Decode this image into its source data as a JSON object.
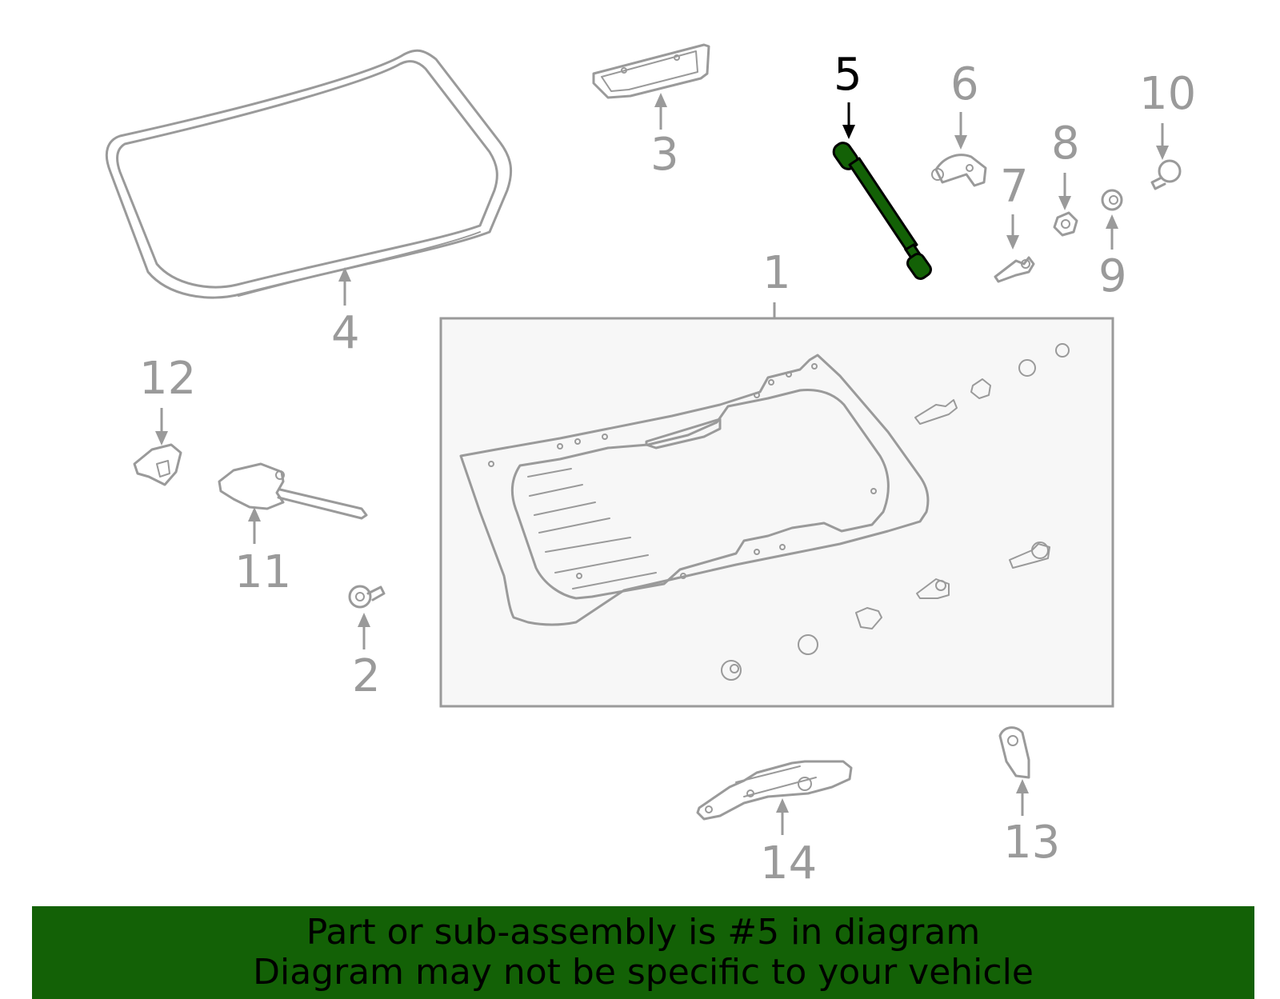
{
  "colors": {
    "part_line": "#9a9a9a",
    "highlight_fill": "#136106",
    "highlight_stroke": "#000000",
    "banner_bg": "#136106",
    "inset_bg": "#f7f7f7"
  },
  "highlighted_part": "5",
  "callouts": [
    "1",
    "2",
    "3",
    "4",
    "5",
    "6",
    "7",
    "8",
    "9",
    "10",
    "11",
    "12",
    "13",
    "14"
  ],
  "banner": {
    "line1": "Part or sub-assembly is #5 in diagram",
    "line2": "Diagram may not be specific to your vehicle"
  }
}
